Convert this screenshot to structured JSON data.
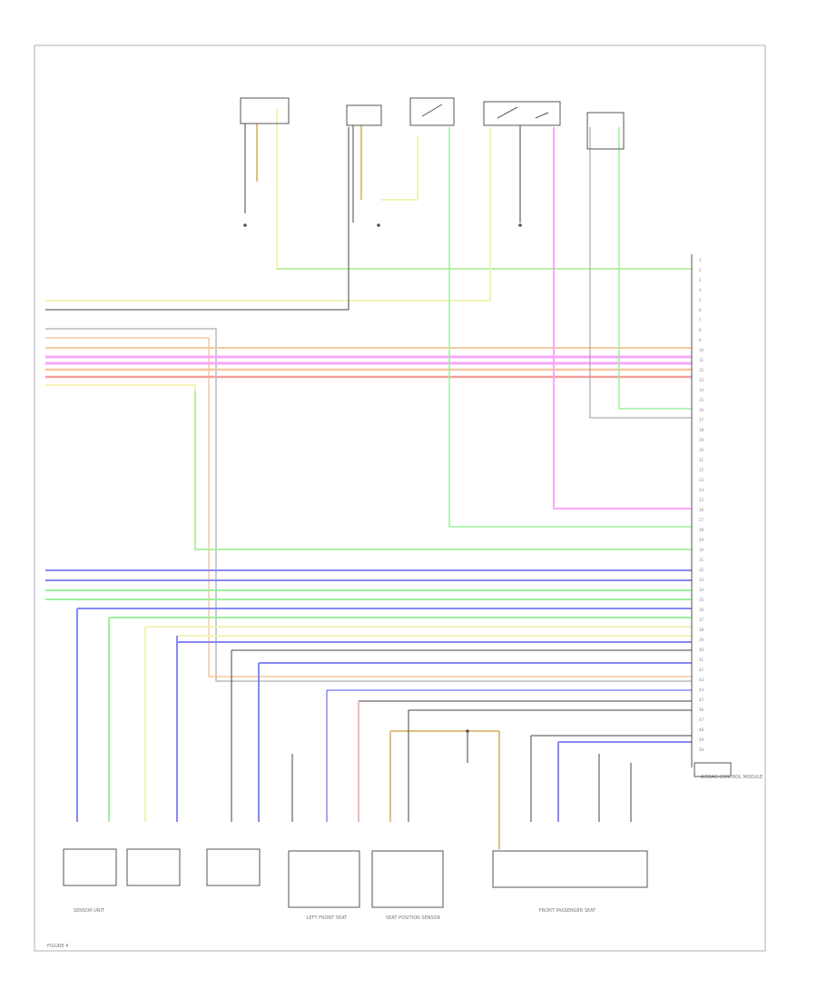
{
  "diagram_data": {
    "components": {
      "left_front_seat": "LEFT FRONT SEAT",
      "seat_position_sensor": "SEAT POSITION SENSOR",
      "front_passenger_seat": "FRONT PASSENGER SEAT",
      "sensor_unit": "SENSOR UNIT",
      "airbag_control_module": "AIRBAG CONTROL MODULE"
    },
    "connector_pins": [
      "1",
      "2",
      "3",
      "4",
      "5",
      "6",
      "7",
      "8",
      "9",
      "10",
      "11",
      "12",
      "13",
      "14",
      "15",
      "16",
      "17",
      "18",
      "19",
      "20",
      "21",
      "22",
      "23",
      "24",
      "25",
      "26",
      "27",
      "28",
      "29",
      "30",
      "31",
      "32",
      "33",
      "34",
      "35",
      "36",
      "37",
      "38",
      "39",
      "40",
      "41",
      "42",
      "43",
      "44",
      "45",
      "46",
      "47",
      "48",
      "49",
      "50"
    ],
    "colors": {
      "yellow": "#f3f3b8",
      "green": "#9ef09e",
      "pink": "#f7a8f7",
      "orange": "#f5c8a0",
      "blue": "#8888f8",
      "gray": "#9a9a9a",
      "tan": "#e0c080",
      "red": "#f0a0a0",
      "black": "#444444"
    },
    "footer": "FIGURE 4"
  }
}
